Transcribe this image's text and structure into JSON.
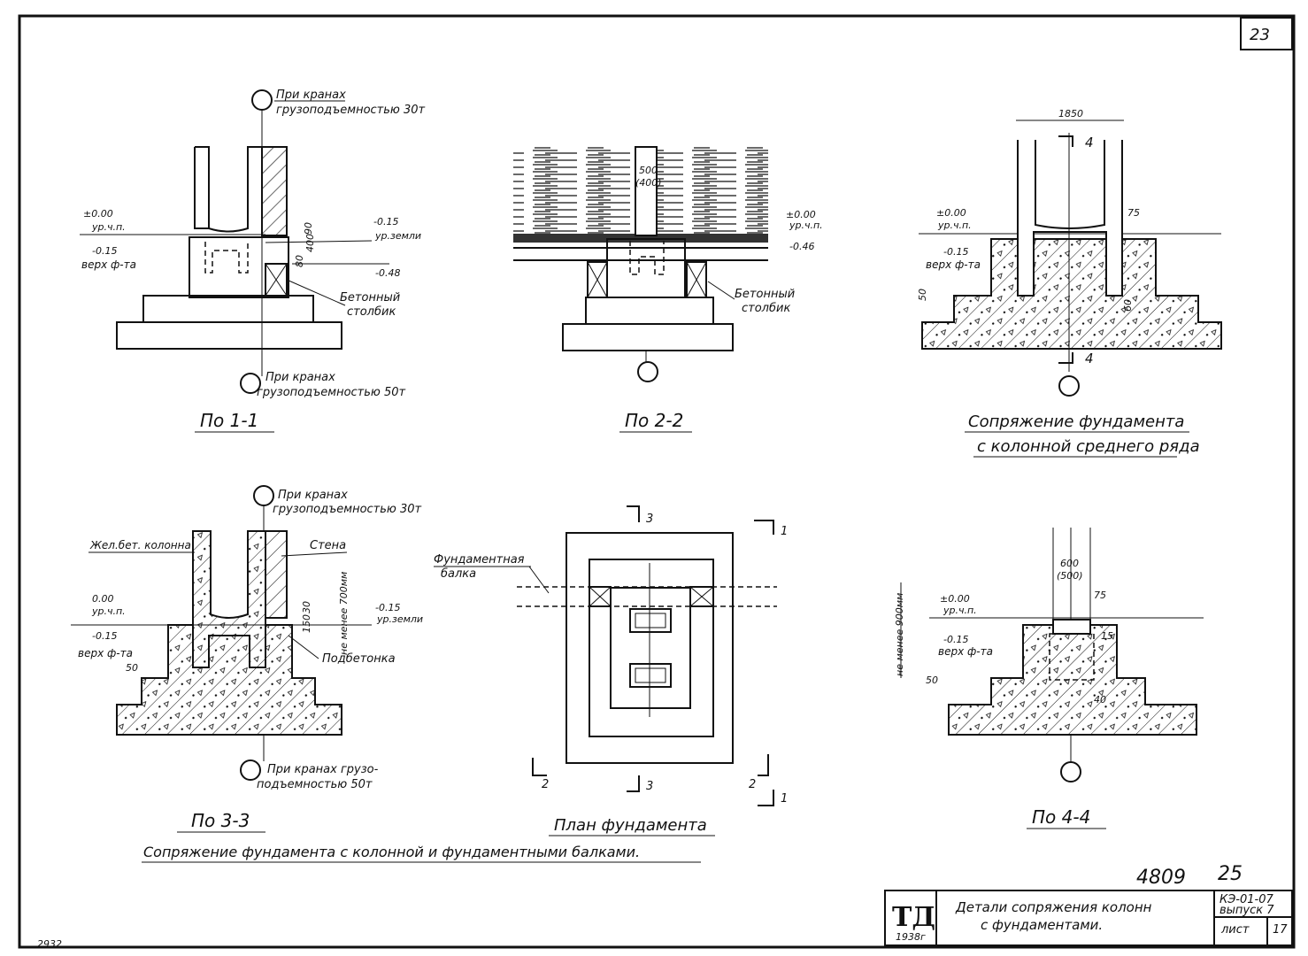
{
  "sheet": {
    "page_number": "23",
    "inventory_number": "4809",
    "sheet_index": "25",
    "margin_note": "2932"
  },
  "title_block": {
    "logo": "ТД",
    "logo_year": "1938г",
    "title_line1": "Детали сопряжения колонн",
    "title_line2": "с фундаментами.",
    "series_code": "КЭ-01-07",
    "issue": "выпуск 7",
    "sheet_label": "лист",
    "sheet_no": "17"
  },
  "view_1_1": {
    "caption": "По 1-1",
    "crane_top": [
      "При кранах",
      "грузоподъемностью 30т"
    ],
    "crane_bottom": [
      "При кранах",
      "грузоподъемностью 50т"
    ],
    "lvl_000": "±0.00",
    "lvl_floor": "ур.ч.п.",
    "lvl_015": "-0.15",
    "lvl_top_found": "верх ф-та",
    "lvl_ground_015": "-0.15",
    "lvl_ground": "ур.земли",
    "lvl_048": "-0.48",
    "dim_400": "400",
    "dim_90": "90",
    "dim_80": "80",
    "post_label": [
      "Бетонный",
      "столбик"
    ]
  },
  "view_2_2": {
    "caption": "По 2-2",
    "dim_500": "500",
    "dim_400": "(400)",
    "lvl_000": "±0.00",
    "lvl_floor": "ур.ч.п.",
    "lvl_046": "-0.46",
    "post_label": [
      "Бетонный",
      "столбик"
    ]
  },
  "view_middle_row": {
    "caption_line1": "Сопряжение фундамента",
    "caption_line2": "с колонной среднего ряда",
    "dim_1850": "1850",
    "section_mark": "4",
    "lvl_000": "±0.00",
    "lvl_floor": "ур.ч.п.",
    "lvl_015": "-0.15",
    "lvl_top_found": "верх ф-та",
    "dim_75": "75",
    "dim_50": "50",
    "dim_60": "60"
  },
  "view_3_3": {
    "caption": "По 3-3",
    "crane_top": [
      "При кранах",
      "грузоподъемностью 30т"
    ],
    "crane_bottom": [
      "При кранах грузо-",
      "подъемностью 50т"
    ],
    "column_label": "Жел.бет. колонна",
    "wall_label": "Стена",
    "grout_label": "Подбетонка",
    "lvl_000": "0.00",
    "lvl_floor": "ур.ч.п.",
    "lvl_015": "-0.15",
    "lvl_top_found": "верх ф-та",
    "lvl_ground_015": "-0.15",
    "lvl_ground": "ур.земли",
    "note_depth": "не менее 700мм",
    "dim_150": "150",
    "dim_30": "30",
    "dim_50": "50"
  },
  "plan": {
    "caption": "План фундамента",
    "beam_label": [
      "Фундаментная",
      "балка"
    ],
    "mark_1": "1",
    "mark_2": "2",
    "mark_3": "3"
  },
  "view_4_4": {
    "caption": "По 4-4",
    "dim_600": "600",
    "dim_500": "(500)",
    "lvl_000": "±0.00",
    "lvl_floor": "ур.ч.п.",
    "lvl_015": "-0.15",
    "lvl_top_found": "верх ф-та",
    "note_depth": "не менее 900мм",
    "dim_75": "75",
    "dim_15": "15",
    "dim_50": "50",
    "dim_40": "40"
  },
  "bottom_caption": "Сопряжение фундамента с колонной и фундаментными балками."
}
